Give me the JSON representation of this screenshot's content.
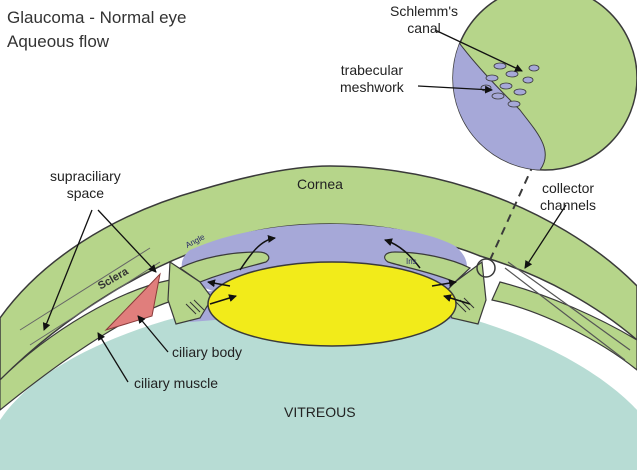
{
  "title": {
    "line1": "Glaucoma - Normal eye",
    "line2": "Aqueous flow"
  },
  "labels": {
    "schlemms_canal": [
      "Schlemm's",
      "canal"
    ],
    "trabecular_meshwork": [
      "trabecular",
      "meshwork"
    ],
    "supraciliary_space": [
      "supraciliary",
      "space"
    ],
    "cornea": "Cornea",
    "collector_channels": [
      "collector",
      "channels"
    ],
    "sclera": "Sclera",
    "angle": "Angle",
    "iris": "Iris",
    "ciliary_body": "ciliary body",
    "ciliary_muscle": "ciliary muscle",
    "vitreous": "VITREOUS"
  },
  "colors": {
    "vitreous": "#b7dcd4",
    "tissue_green": "#b6d58a",
    "aqueous": "#a6a8d8",
    "lens": "#f2eb1a",
    "ciliary_muscle": "#e07e7c",
    "outline": "#3a3a3a"
  }
}
